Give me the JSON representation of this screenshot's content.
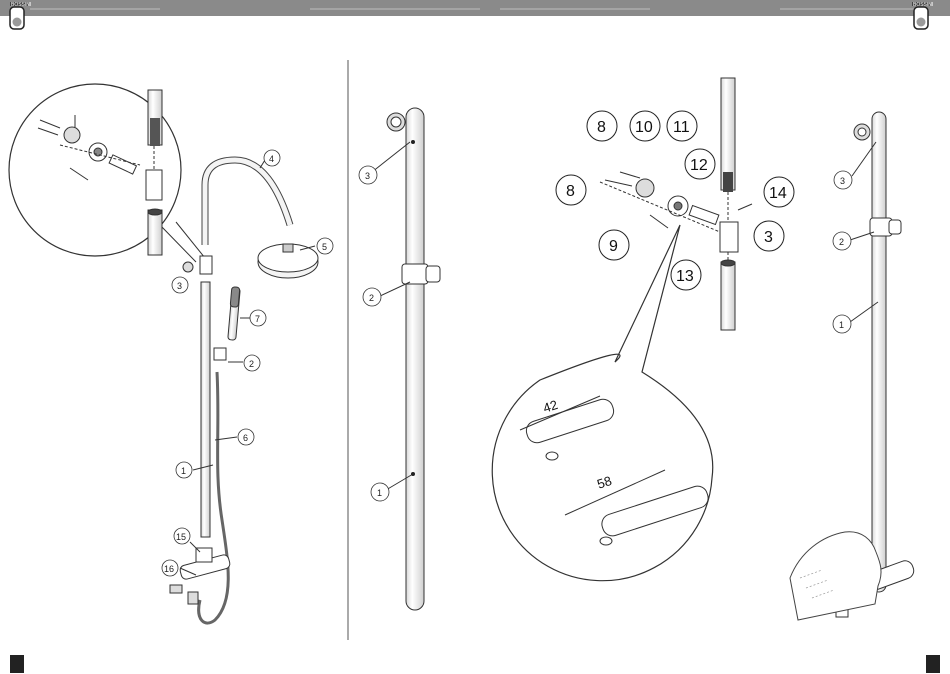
{
  "brand": {
    "left": "BOSSINI",
    "right": "BOSSINI"
  },
  "callouts_overview": {
    "c1": "1",
    "c2": "2",
    "c3": "3",
    "c4": "4",
    "c5": "5",
    "c6": "6",
    "c7": "7",
    "c15": "15",
    "c16": "16"
  },
  "callouts_mid": {
    "c1": "1",
    "c2": "2",
    "c3": "3"
  },
  "callouts_detail": {
    "c3": "3",
    "c8a": "8",
    "c8b": "8",
    "c9": "9",
    "c10": "10",
    "c11": "11",
    "c12": "12",
    "c13": "13",
    "c14": "14"
  },
  "dimensions": {
    "short": "42",
    "long": "58"
  },
  "callouts_right": {
    "c1": "1",
    "c2": "2",
    "c3": "3"
  },
  "colors": {
    "header": "#8a8a8a",
    "line": "#333333",
    "pipe": "#f4f4f4"
  }
}
